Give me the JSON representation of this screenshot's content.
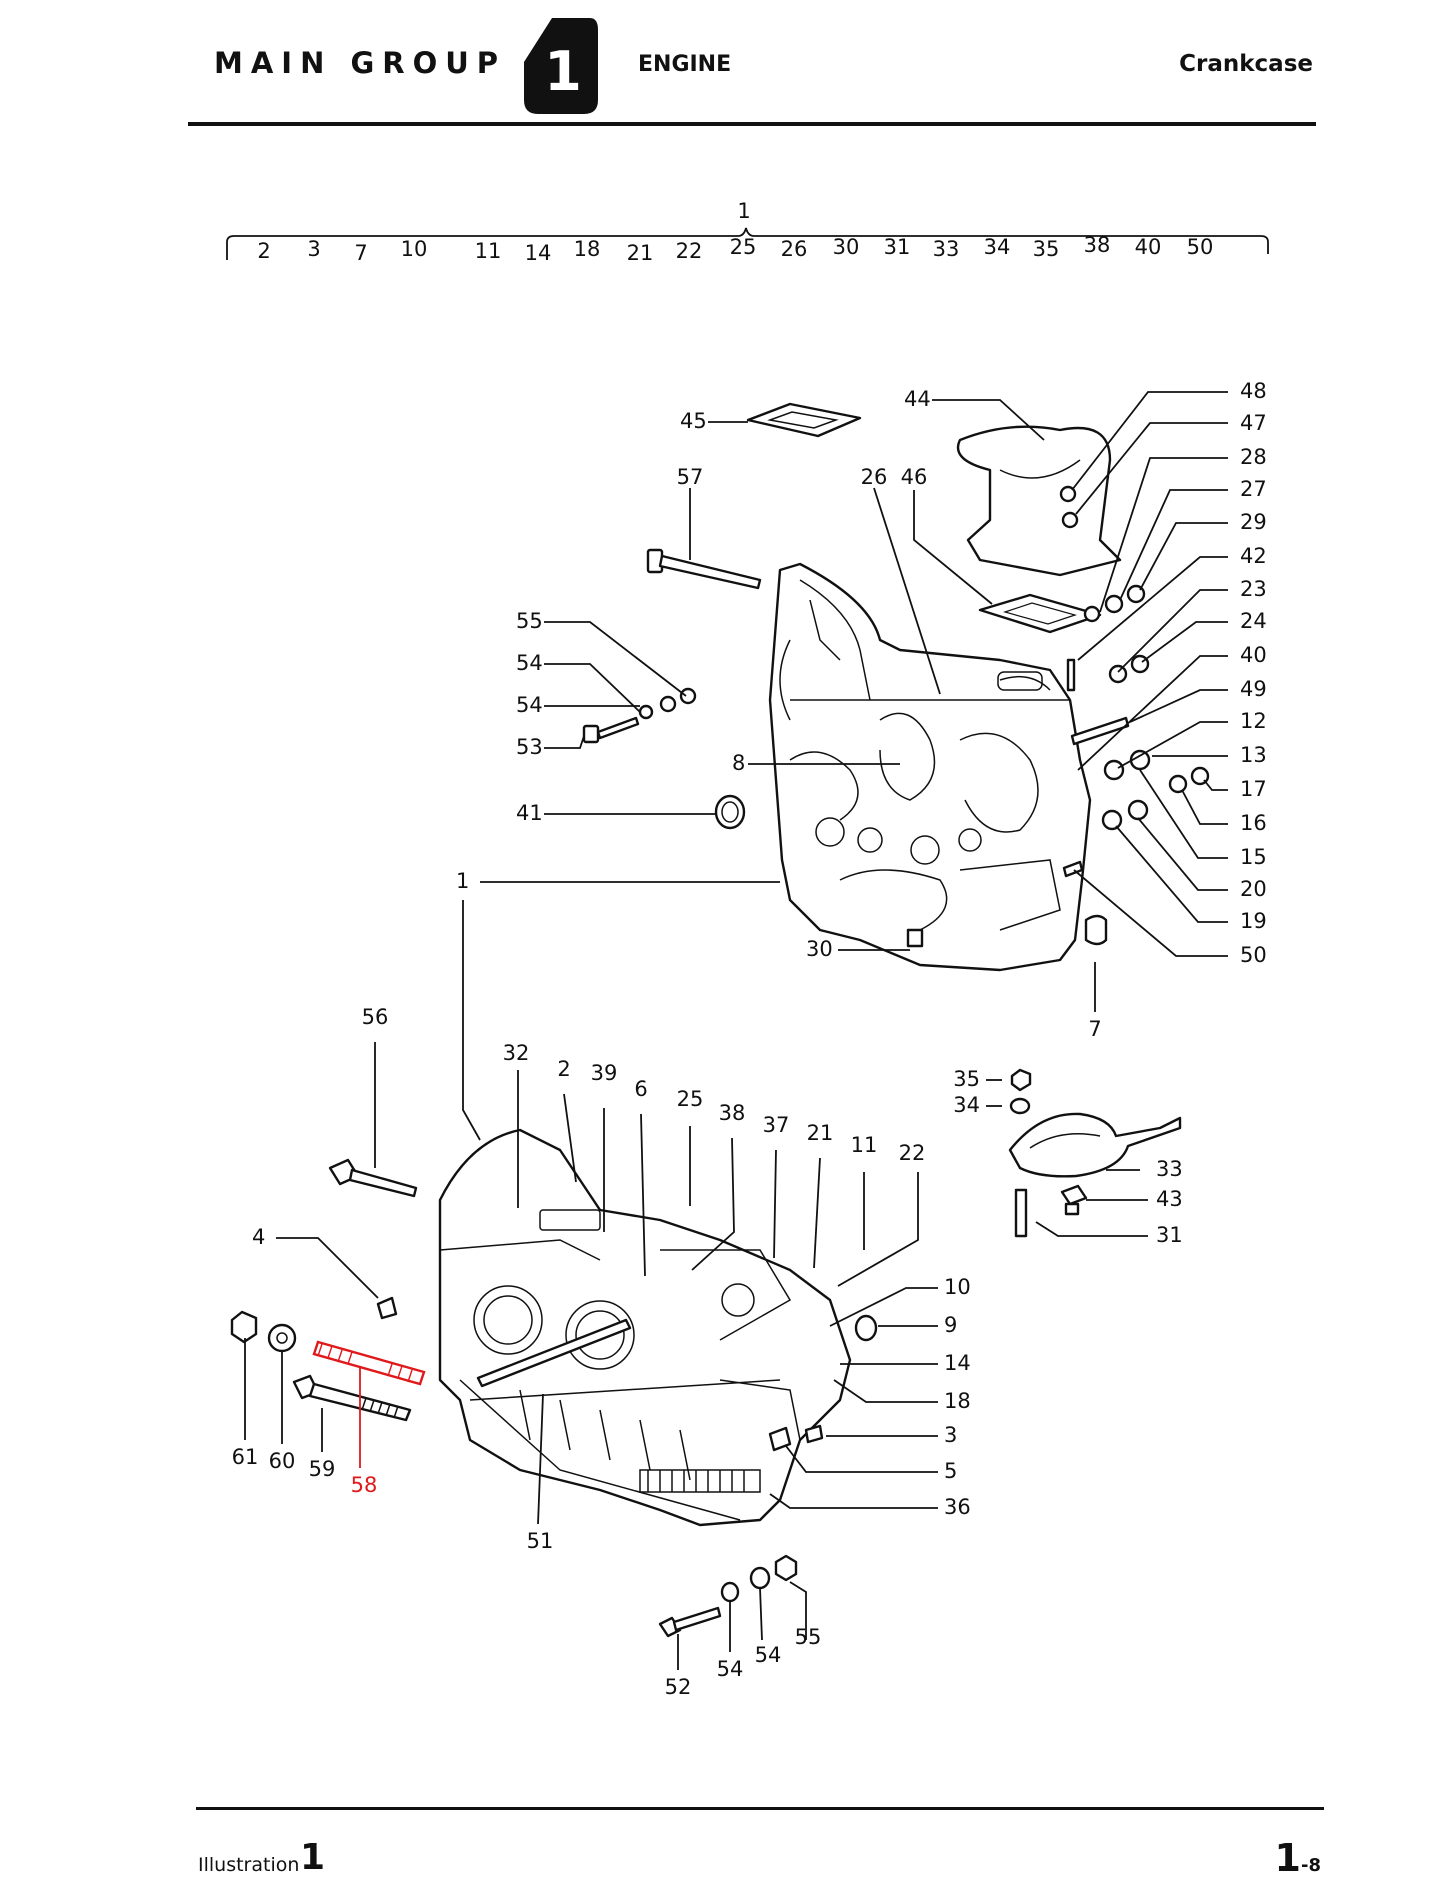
{
  "header": {
    "main_group": "MAIN GROUP",
    "group_number": "1",
    "group_name": "ENGINE",
    "section": "Crankcase"
  },
  "breakdown": {
    "parent": "1",
    "children": [
      "2",
      "3",
      "7",
      "10",
      "11",
      "14",
      "18",
      "21",
      "22",
      "25",
      "26",
      "30",
      "31",
      "33",
      "34",
      "35",
      "38",
      "40",
      "50"
    ]
  },
  "callouts": {
    "p48": "48",
    "p47": "47",
    "p28": "28",
    "p27": "27",
    "p29": "29",
    "p42": "42",
    "p23": "23",
    "p24": "24",
    "p40": "40",
    "p49": "49",
    "p12": "12",
    "p13": "13",
    "p17": "17",
    "p16": "16",
    "p15": "15",
    "p20": "20",
    "p19": "19",
    "p50": "50",
    "p44": "44",
    "p45": "45",
    "p57": "57",
    "p26": "26",
    "p46": "46",
    "p55a": "55",
    "p54a": "54",
    "p54b": "54",
    "p53": "53",
    "p8": "8",
    "p41": "41",
    "p1": "1",
    "p30": "30",
    "p7": "7",
    "p56": "56",
    "p32": "32",
    "p2": "2",
    "p39": "39",
    "p6": "6",
    "p25": "25",
    "p38": "38",
    "p37": "37",
    "p21": "21",
    "p11": "11",
    "p22": "22",
    "p35": "35",
    "p34": "34",
    "p33": "33",
    "p43": "43",
    "p31": "31",
    "p4": "4",
    "p10": "10",
    "p9": "9",
    "p14": "14",
    "p18": "18",
    "p3": "3",
    "p5": "5",
    "p36": "36",
    "p61": "61",
    "p60": "60",
    "p59": "59",
    "p58": "58",
    "p51": "51",
    "p52": "52",
    "p54c": "54",
    "p54d": "54",
    "p55b": "55"
  },
  "highlight_color": "#e0191b",
  "footer": {
    "illustration_label": "Illustration",
    "illustration_number": "1",
    "page_main": "1",
    "page_sub": "-8"
  }
}
